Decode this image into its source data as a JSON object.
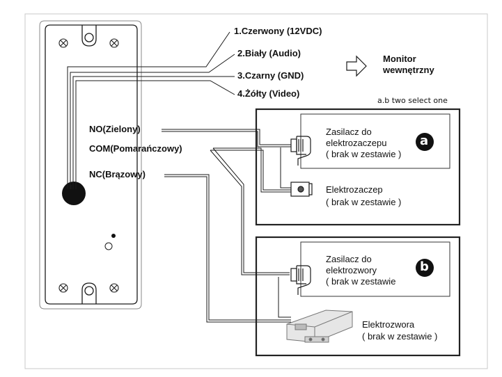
{
  "wires": [
    {
      "label": "1.Czerwony (12VDC)"
    },
    {
      "label": "2.Biały (Audio)"
    },
    {
      "label": "3.Czarny (GND)"
    },
    {
      "label": "4.Żółty (Video)"
    }
  ],
  "monitor": {
    "line1": "Monitor",
    "line2": "wewnętrzny",
    "icon": "arrow-right-outline-icon"
  },
  "select_note": "a.b two select one",
  "terminals": {
    "no": "NO(Zielony)",
    "com": "COM(Pomarańczowy)",
    "nc": "NC(Brązowy)"
  },
  "box_a": {
    "badge": "a",
    "supply_line1": "Zasilacz do",
    "supply_line2": "elektrozaczepu",
    "supply_line3": "( brak w zestawie )",
    "device_line1": "Elektrozaczep",
    "device_line2": "( brak w zestawie )"
  },
  "box_b": {
    "badge": "b",
    "supply_line1": "Zasilacz do",
    "supply_line2": "elektrozwory",
    "supply_line3": "( brak w zestawie",
    "device_line1": "Elektrozwora",
    "device_line2": "( brak w zestawie )"
  },
  "colors": {
    "line": "#1a1a1a",
    "frame": "#333333",
    "badge": "#111111"
  }
}
